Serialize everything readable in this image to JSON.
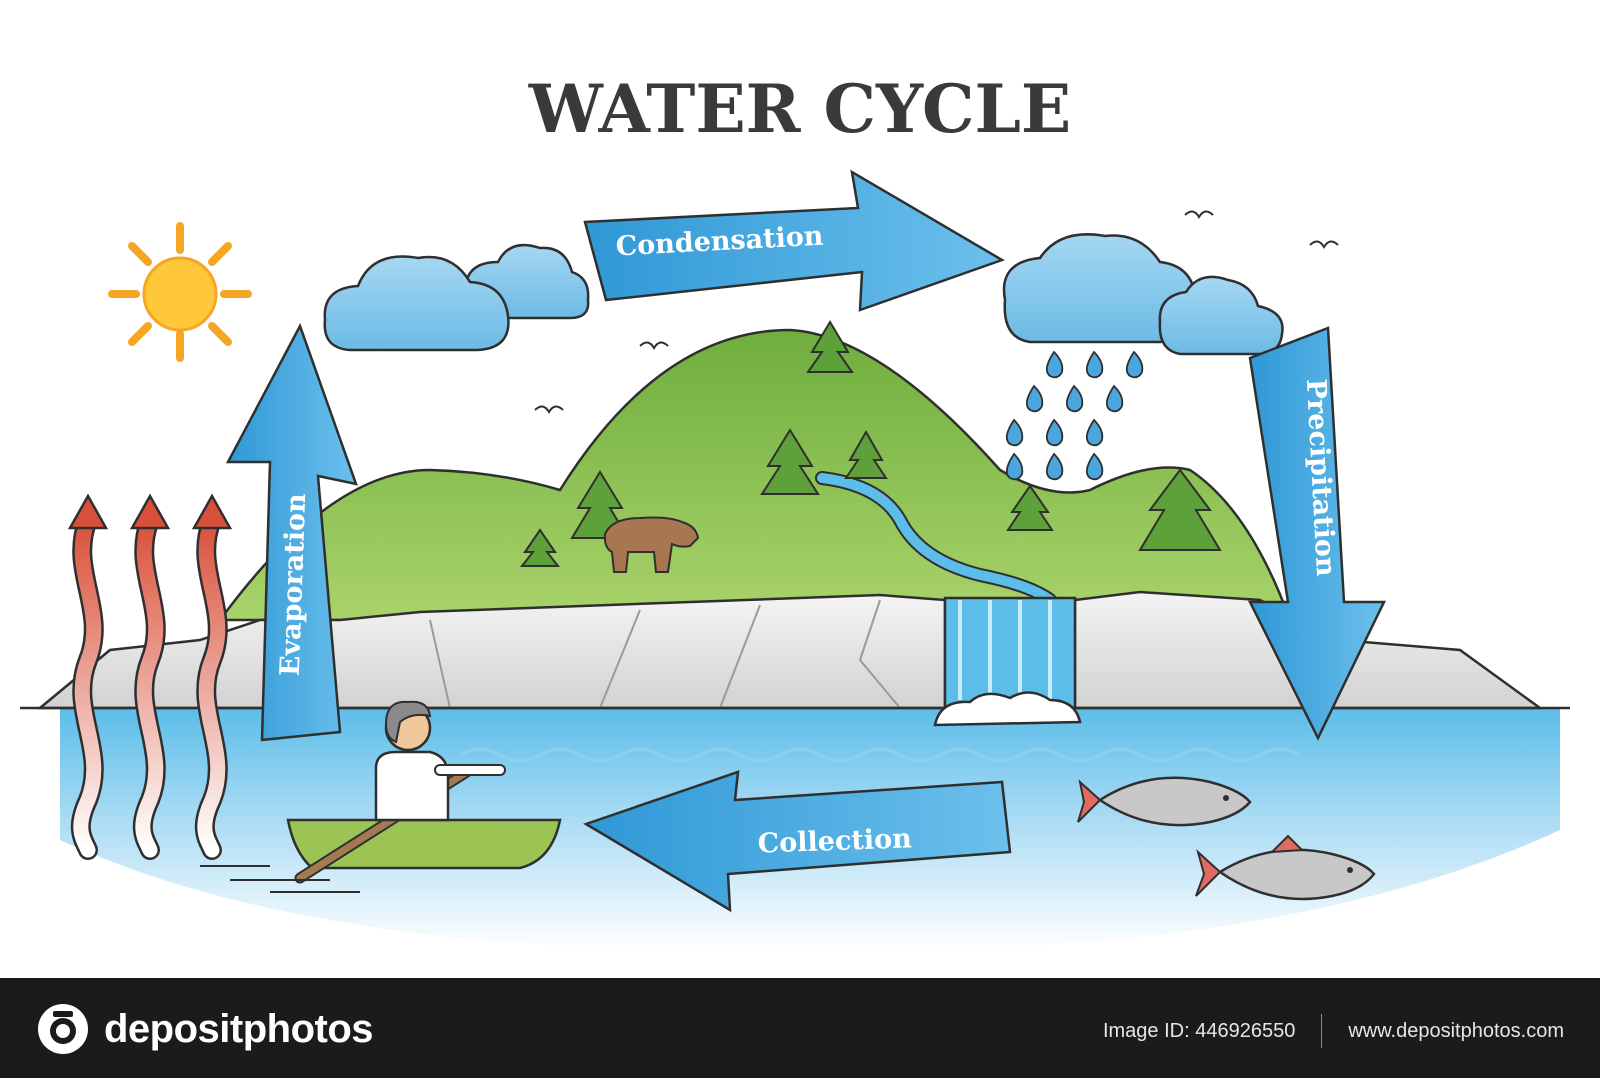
{
  "diagram": {
    "title": "WATER CYCLE",
    "stages": {
      "condensation": "Condensation",
      "precipitation": "Precipitation",
      "evaporation": "Evaporation",
      "collection": "Collection"
    }
  },
  "footer": {
    "brand": "depositphotos",
    "image_id": "Image ID: 446926550",
    "website": "www.depositphotos.com"
  },
  "colors": {
    "arrow_blue": "#3aa3dd",
    "water_blue": "#4fb6e6",
    "hill_green": "#7fb744",
    "sun_yellow": "#ffc83a",
    "footer_bg": "#1b1b1b"
  }
}
